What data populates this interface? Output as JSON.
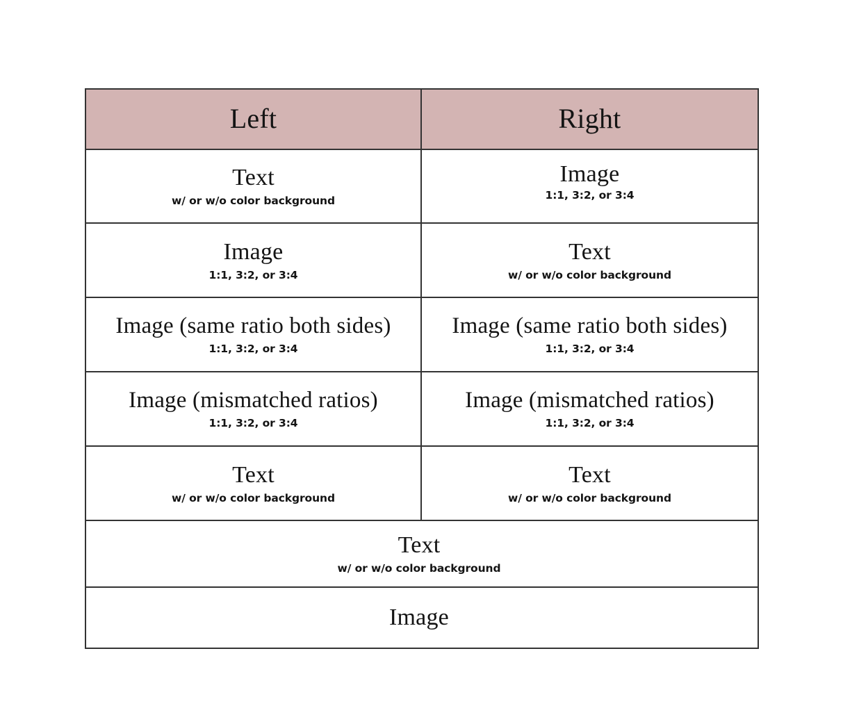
{
  "page": {
    "background_color": "#ffffff",
    "border_color": "#333333",
    "header_background_color": "#d3b4b3",
    "text_color": "#141414"
  },
  "table": {
    "columns": [
      {
        "label": "Left"
      },
      {
        "label": "Right"
      }
    ],
    "rows": [
      {
        "type": "header",
        "cells": [
          {
            "title": "Left",
            "subtitle": ""
          },
          {
            "title": "Right",
            "subtitle": ""
          }
        ]
      },
      {
        "type": "pair",
        "cells": [
          {
            "title": "Text",
            "subtitle": "w/ or w/o color background"
          },
          {
            "title": "Image",
            "subtitle": "1:1, 3:2, or 3:4"
          }
        ]
      },
      {
        "type": "pair",
        "cells": [
          {
            "title": "Image",
            "subtitle": "1:1, 3:2, or 3:4"
          },
          {
            "title": "Text",
            "subtitle": "w/ or w/o color background"
          }
        ]
      },
      {
        "type": "pair",
        "cells": [
          {
            "title": "Image (same ratio both sides)",
            "subtitle": "1:1, 3:2, or 3:4"
          },
          {
            "title": "Image (same ratio both sides)",
            "subtitle": "1:1, 3:2, or 3:4"
          }
        ]
      },
      {
        "type": "pair",
        "cells": [
          {
            "title": "Image (mismatched ratios)",
            "subtitle": "1:1, 3:2, or 3:4"
          },
          {
            "title": "Image (mismatched ratios)",
            "subtitle": "1:1, 3:2, or 3:4"
          }
        ]
      },
      {
        "type": "pair",
        "cells": [
          {
            "title": "Text",
            "subtitle": "w/ or w/o color background"
          },
          {
            "title": "Text",
            "subtitle": "w/ or w/o color background"
          }
        ]
      },
      {
        "type": "full",
        "cells": [
          {
            "title": "Text",
            "subtitle": "w/ or w/o color background"
          }
        ]
      },
      {
        "type": "full",
        "cells": [
          {
            "title": "Image",
            "subtitle": ""
          }
        ]
      }
    ]
  }
}
